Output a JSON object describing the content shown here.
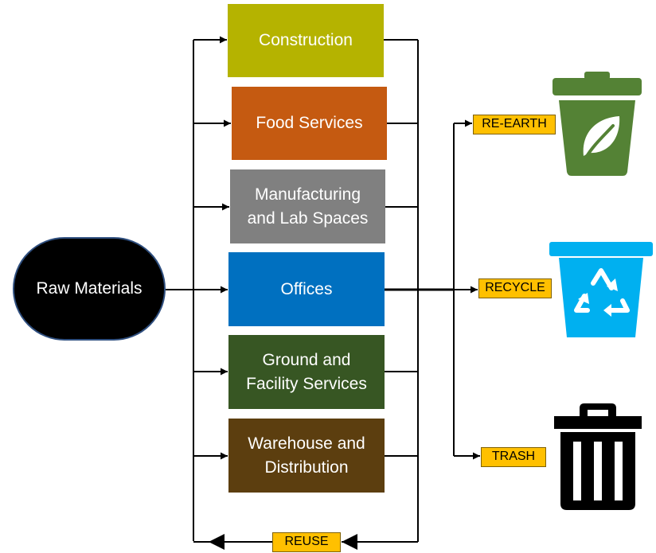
{
  "nodes": {
    "raw_materials": "Raw Materials",
    "construction": "Construction",
    "food_services": "Food Services",
    "manufacturing": "Manufacturing\nand Lab Spaces",
    "offices": "Offices",
    "ground": "Ground and\nFacility Services",
    "warehouse": "Warehouse and\nDistribution"
  },
  "destinations": {
    "re_earth": "RE-EARTH",
    "recycle": "RECYCLE",
    "trash": "TRASH",
    "reuse": "REUSE"
  },
  "icons": {
    "re_earth": "green-compost-bin-leaf-icon",
    "recycle": "blue-recycle-bin-icon",
    "trash": "black-trash-can-icon"
  },
  "colors": {
    "construction": "#b5b300",
    "food_services": "#c55a11",
    "manufacturing": "#808080",
    "offices": "#0070c0",
    "ground": "#375623",
    "warehouse": "#5c3e0f",
    "tag": "#ffc000",
    "compost_bin": "#548235",
    "recycle_bin": "#00b0f0"
  }
}
